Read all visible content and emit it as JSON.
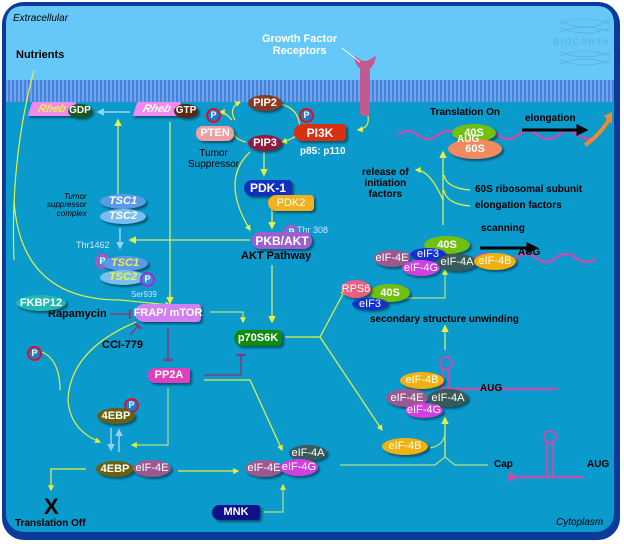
{
  "diagram": {
    "title": "mTOR Signaling Pathway",
    "brand": "BIOCARTA",
    "regions": {
      "extracellular": "Extracellular",
      "cytoplasm": "Cytoplasm"
    },
    "colors": {
      "extracellular_bg": "#66c8f8",
      "cytoplasm_bg": "#0a9acc",
      "membrane": "#5a9ae8",
      "border": "#0a3a9a",
      "arrow": "#d8f040",
      "inhibit": "#8a3a7a",
      "mrna": "#c050b0"
    },
    "labels": {
      "nutrients": "Nutrients",
      "growth_factor_receptors": "Growth Factor\nReceptors",
      "tumor_suppressor": "Tumor\nSuppressor",
      "p85_p110": "p85: p110",
      "tumor_suppressor_complex": "Tumor\nsuppressor\ncomplex",
      "thr1462": "Thr1462",
      "ser939": "Ser939",
      "thr308": "Thr 308",
      "akt_pathway": "AKT Pathway",
      "rapamycin": "Rapamycin",
      "cci779": "CCI-779",
      "translation_on": "Translation On",
      "elongation": "elongation",
      "release_of_initiation_factors": "release of\ninitiation\nfactors",
      "ribosomal_60s_subunit": "60S ribosomal subunit",
      "elongation_factors": "elongation factors",
      "scanning": "scanning",
      "aug": "AUG",
      "secondary_structure_unwinding": "secondary structure unwinding",
      "cap": "Cap",
      "translation_off": "Translation Off",
      "x_mark": "X",
      "p": "P"
    },
    "nodes": {
      "rheb_gdp": "Rheb",
      "gdp": "GDP",
      "rheb_gtp": "Rheb",
      "gtp": "GTP",
      "pip2": "PIP2",
      "pip3": "PIP3",
      "pten": "PTEN",
      "pi3k": "PI3K",
      "pdk1": "PDK-1",
      "pdk2": "PDK2",
      "pkb_akt": "PKB/AKT",
      "tsc1": "TSC1",
      "tsc2": "TSC2",
      "tsc1_p": "TSC1",
      "tsc2_p": "TSC2",
      "fkbp12": "FKBP12",
      "frap_mtor": "FRAP/ mTOR",
      "p70s6k": "p70S6K",
      "pp2a": "PP2A",
      "4ebp_p": "4EBP",
      "4ebp": "4EBP",
      "eif4e_bound": "eIF-4E",
      "eif4e_complex": "eIF-4E",
      "eif4g_complex": "eIF-4G",
      "eif4a_complex": "eIF-4A",
      "mnk": "MNK",
      "eif4b_free": "eIF-4B",
      "eif4b_hairpin": "eIF-4B",
      "eif4e_hairpin": "eIF-4E",
      "eif4a_hairpin": "eIF-4A",
      "eif4g_hairpin": "eIF-4G",
      "rps6": "RPS6",
      "s40_rps6": "40S",
      "eif3_rps6": "eIF3",
      "s40_scan": "40S",
      "eif4e_scan": "eIF-4E",
      "eif3_scan": "eIF3",
      "eif4g_scan": "eIF-4G",
      "eif4a_scan": "eIF-4A",
      "eif4b_scan": "eIF-4B",
      "s40_top": "40S",
      "s60_top": "60S",
      "aug_top": "AUG"
    }
  }
}
